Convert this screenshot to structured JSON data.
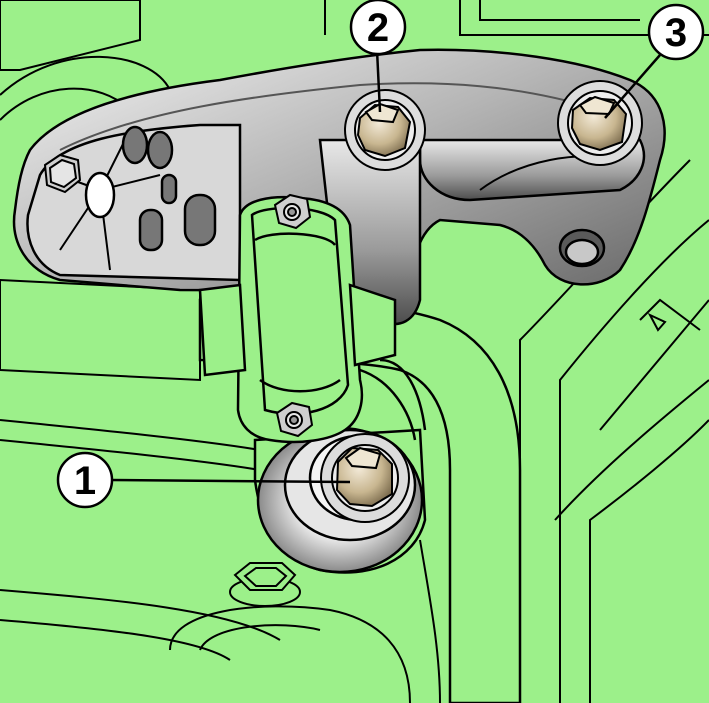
{
  "colors": {
    "background": "#9cf08a",
    "outline": "#000000",
    "metal_light": "#f2f2f2",
    "metal_mid": "#b8b8b8",
    "metal_dark": "#5a5a5a",
    "bolt": "#c9b89a",
    "callout_fill": "#ffffff"
  },
  "callouts": [
    {
      "id": "1",
      "label": "1",
      "target": "lower-bolt"
    },
    {
      "id": "2",
      "label": "2",
      "target": "upper-left-bolt"
    },
    {
      "id": "3",
      "label": "3",
      "target": "upper-right-bolt"
    }
  ]
}
